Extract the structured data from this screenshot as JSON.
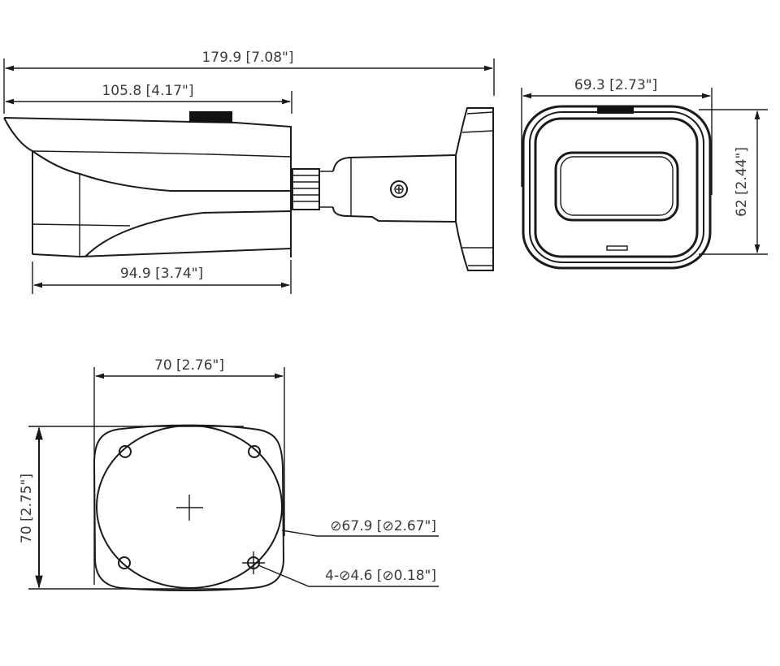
{
  "drawing": {
    "title": "Bullet camera dimension drawing",
    "units": "mm [inch]",
    "side_view": {
      "overall_length": "179.9 [7.08\"]",
      "housing_length": "105.8 [4.17\"]",
      "body_length": "94.9 [3.74\"]"
    },
    "front_view": {
      "width": "69.3 [2.73\"]",
      "height": "62 [2.44\"]"
    },
    "base_view": {
      "width": "70 [2.76\"]",
      "height": "70 [2.75\"]",
      "mount_circle_diameter": "⊘67.9 [⊘2.67\"]",
      "mount_holes": "4-⊘4.6 [⊘0.18\"]"
    },
    "colors": {
      "line": "#1a1a1a",
      "text": "#3a3a3a",
      "background": "#ffffff"
    }
  }
}
